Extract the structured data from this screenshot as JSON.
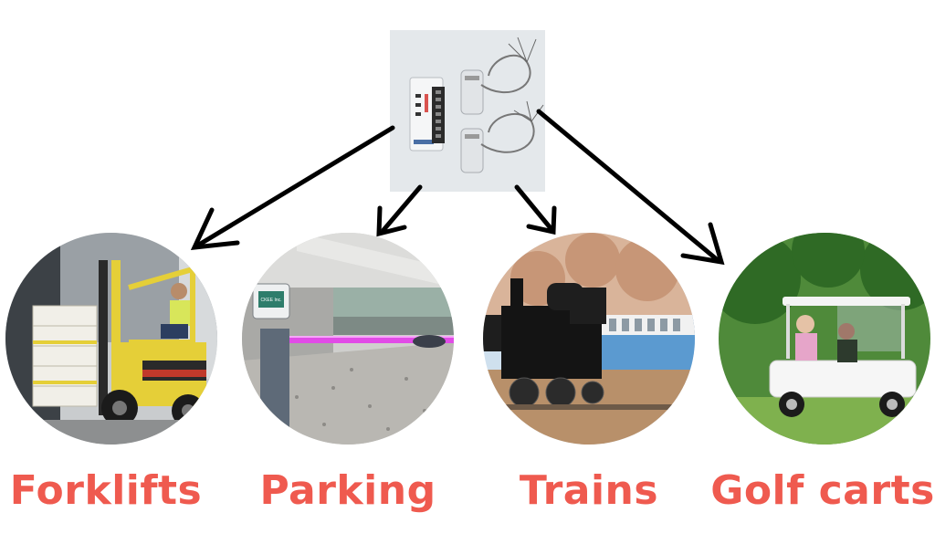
{
  "labels": [
    "Forklifts",
    "Parking",
    "Trains",
    "Golf carts"
  ],
  "colors": {
    "label": "#ef5a4f",
    "arrow": "#000000",
    "background": "#ffffff"
  },
  "images": {
    "product": "sensor module with two cabled sensors",
    "forklifts": "forklift with operator in warehouse",
    "parking": "parking barrier gate with purple arm",
    "trains": "steam locomotive with blue carriages",
    "golf_carts": "white golf cart with passengers"
  },
  "gate_display_text": "CKEE Inc."
}
